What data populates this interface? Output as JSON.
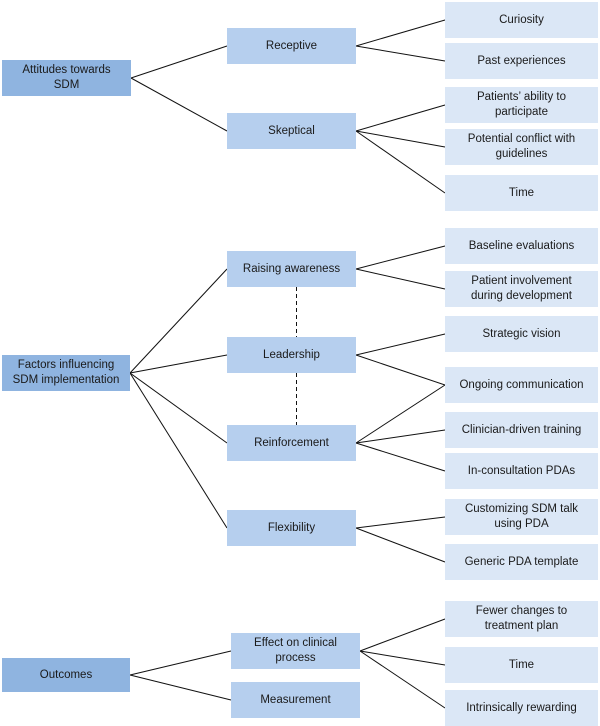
{
  "roots": [
    {
      "id": "r1",
      "label": "Attitudes towards\nSDM"
    },
    {
      "id": "r2",
      "label": "Factors influencing\nSDM implementation"
    },
    {
      "id": "r3",
      "label": "Outcomes"
    }
  ],
  "middles": [
    {
      "id": "m1",
      "label": "Receptive"
    },
    {
      "id": "m2",
      "label": "Skeptical"
    },
    {
      "id": "m3",
      "label": "Raising awareness"
    },
    {
      "id": "m4",
      "label": "Leadership"
    },
    {
      "id": "m5",
      "label": "Reinforcement"
    },
    {
      "id": "m6",
      "label": "Flexibility"
    },
    {
      "id": "m7",
      "label": "Effect on clinical\nprocess"
    },
    {
      "id": "m8",
      "label": "Measurement"
    }
  ],
  "leaves": [
    {
      "id": "l1",
      "label": "Curiosity"
    },
    {
      "id": "l2",
      "label": "Past experiences"
    },
    {
      "id": "l3",
      "label": "Patients’ ability to\nparticipate"
    },
    {
      "id": "l4",
      "label": "Potential conflict with\nguidelines"
    },
    {
      "id": "l5",
      "label": "Time"
    },
    {
      "id": "l6",
      "label": "Baseline evaluations"
    },
    {
      "id": "l7",
      "label": "Patient involvement\nduring development"
    },
    {
      "id": "l8",
      "label": "Strategic vision"
    },
    {
      "id": "l9",
      "label": "Ongoing communication"
    },
    {
      "id": "l10",
      "label": "Clinician-driven training"
    },
    {
      "id": "l11",
      "label": "In-consultation PDAs"
    },
    {
      "id": "l12",
      "label": "Customizing SDM talk\nusing PDA"
    },
    {
      "id": "l13",
      "label": "Generic PDA template"
    },
    {
      "id": "l14",
      "label": "Fewer changes to\ntreatment plan"
    },
    {
      "id": "l15",
      "label": "Time"
    },
    {
      "id": "l16",
      "label": "Intrinsically rewarding"
    }
  ],
  "edges": [
    [
      "r1",
      "m1"
    ],
    [
      "r1",
      "m2"
    ],
    [
      "m1",
      "l1"
    ],
    [
      "m1",
      "l2"
    ],
    [
      "m2",
      "l3"
    ],
    [
      "m2",
      "l4"
    ],
    [
      "m2",
      "l5"
    ],
    [
      "r2",
      "m3"
    ],
    [
      "r2",
      "m4"
    ],
    [
      "r2",
      "m5"
    ],
    [
      "r2",
      "m6"
    ],
    [
      "m3",
      "l6"
    ],
    [
      "m3",
      "l7"
    ],
    [
      "m4",
      "l8"
    ],
    [
      "m4",
      "l9"
    ],
    [
      "m5",
      "l9"
    ],
    [
      "m5",
      "l10"
    ],
    [
      "m5",
      "l11"
    ],
    [
      "m6",
      "l12"
    ],
    [
      "m6",
      "l13"
    ],
    [
      "r3",
      "m7"
    ],
    [
      "r3",
      "m8"
    ],
    [
      "m7",
      "l14"
    ],
    [
      "m7",
      "l15"
    ],
    [
      "m7",
      "l16"
    ]
  ],
  "dashed_links": [
    [
      "m3",
      "m4"
    ],
    [
      "m4",
      "m5"
    ]
  ]
}
